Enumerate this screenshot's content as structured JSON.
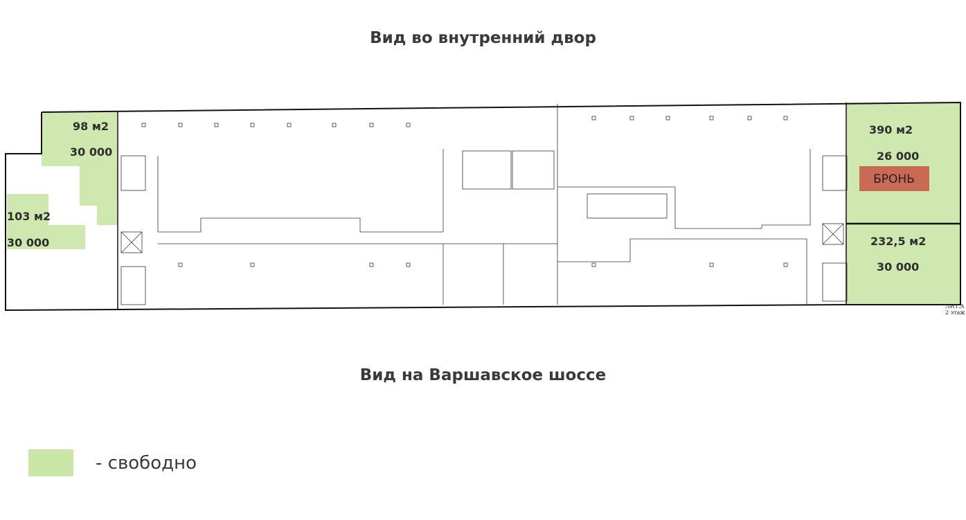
{
  "headings": {
    "top": "Вид во внутренний двор",
    "bottom": "Вид на Варшавское шоссе"
  },
  "units": [
    {
      "area": "98 м2",
      "price": "30 000",
      "status": "free"
    },
    {
      "area": "103 м2",
      "price": "30 000",
      "status": "free"
    },
    {
      "area": "390 м2",
      "price": "26 000",
      "status": "reserved",
      "badge": "БРОНЬ"
    },
    {
      "area": "232,5 м2",
      "price": "30 000",
      "status": "free"
    }
  ],
  "legend": {
    "label": "- свободно",
    "color": "#c9e6a6"
  },
  "colors": {
    "free": "#c9e6a6",
    "reserved": "#c96a55"
  },
  "plan_note": {
    "line1": "ЛИТ.А",
    "line2": "2 этаж"
  }
}
